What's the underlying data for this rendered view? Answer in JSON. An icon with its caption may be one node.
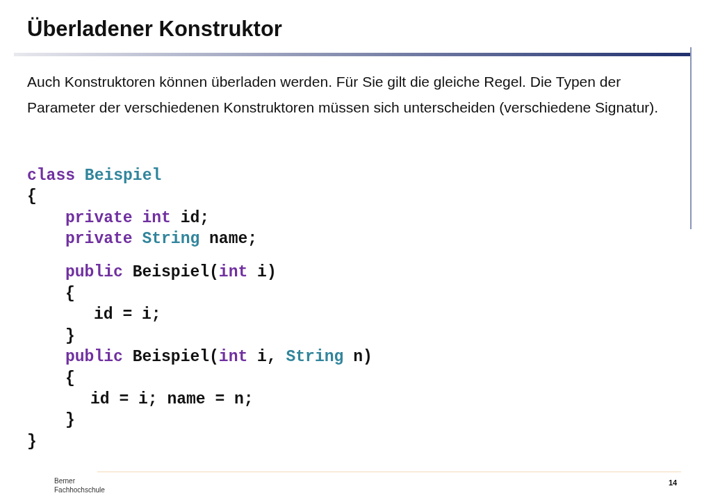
{
  "diagram": {
    "title": "Überladener Konstruktor",
    "labels": [
      "Auch Konstruktoren können überladen werden. Für Sie gilt die gleiche Regel. Die Typen der Parameter der verschiedenen Konstruktoren müssen sich unterscheiden (verschiedene Signatur).",
      "class Beispiel",
      "{",
      "private int id;",
      "private String name;",
      "public Beispiel(int i)",
      "{",
      "id = i;",
      "}",
      "public Beispiel(int i, String n)",
      "{",
      "id = i; name = n;",
      "}",
      "}",
      "Berner Fachhochschule",
      "14"
    ]
  }
}
